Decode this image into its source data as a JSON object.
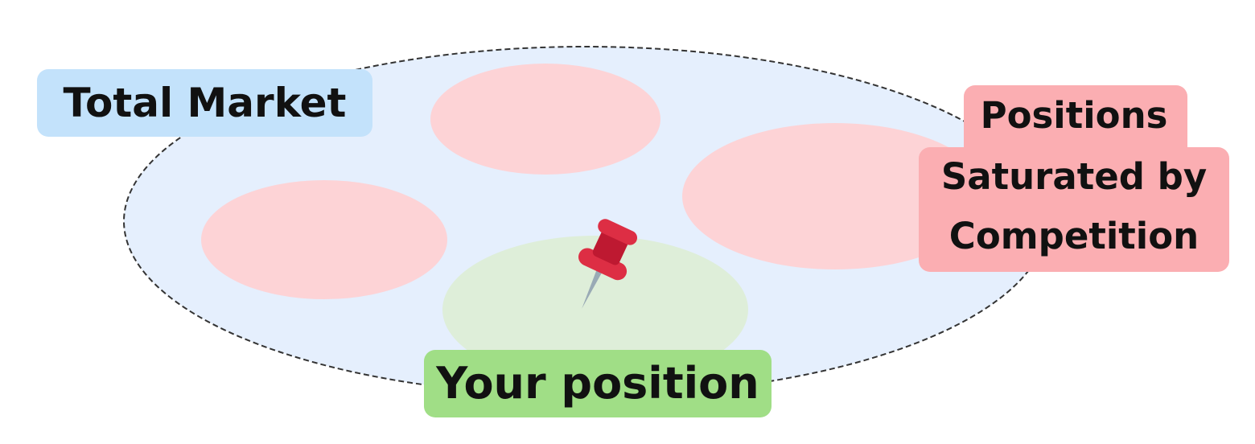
{
  "labels": {
    "total_market": "Total Market",
    "saturated": [
      "Positions",
      "Saturated by",
      "Competition"
    ],
    "your_position": "Your position"
  },
  "colors": {
    "market_fill": "#e5effd",
    "market_border": "#333333",
    "competitor_fill": "#fdd3d6",
    "your_fill": "#deeed9",
    "total_label_bg": "#c3e2fb",
    "saturated_label_bg": "#fbaeb2",
    "your_label_bg": "#a0de86",
    "pin_head": "#dd2e44",
    "pin_needle": "#99aab5"
  },
  "icons": {
    "pin": "pushpin-icon"
  }
}
